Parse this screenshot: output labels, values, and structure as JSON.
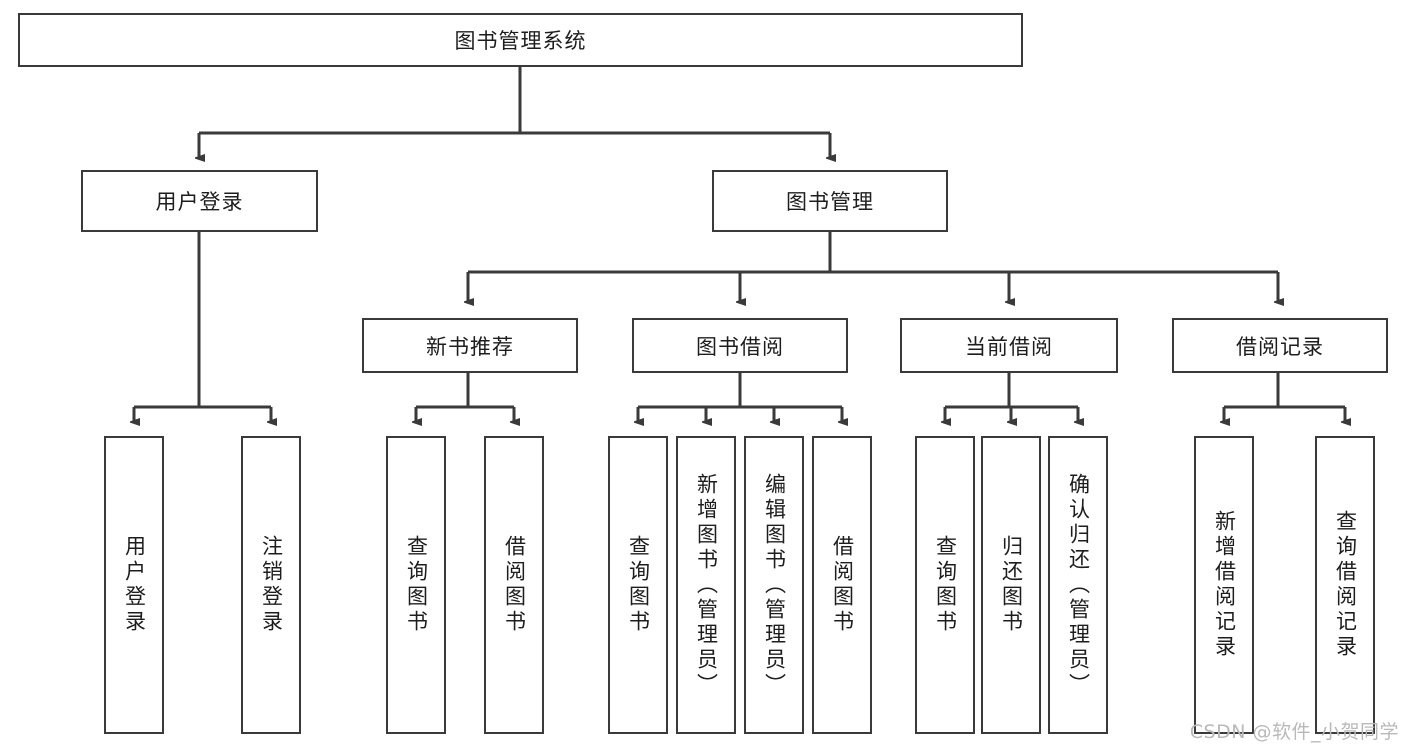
{
  "diagram": {
    "title": "图书管理系统",
    "type": "hierarchy-tree",
    "watermark": "CSDN @软件_小贺同学",
    "colors": {
      "box_border": "#3a3a3a",
      "box_fill": "#ffffff",
      "connector": "#3a3a3a",
      "text": "#1d1d1d",
      "watermark": "#b9b9b9",
      "background": "#ffffff"
    },
    "root": {
      "label": "图书管理系统"
    },
    "level2": [
      {
        "id": "user-login",
        "label": "用户登录"
      },
      {
        "id": "book-manage",
        "label": "图书管理"
      }
    ],
    "level3": [
      {
        "id": "new-book-rec",
        "label": "新书推荐"
      },
      {
        "id": "book-borrow",
        "label": "图书借阅"
      },
      {
        "id": "current-borrow",
        "label": "当前借阅"
      },
      {
        "id": "borrow-record",
        "label": "借阅记录"
      }
    ],
    "leaves": {
      "user_login": [
        {
          "id": "leaf-user-login",
          "label": "用户登录"
        },
        {
          "id": "leaf-logout",
          "label": "注销登录"
        }
      ],
      "new_book_rec": [
        {
          "id": "leaf-query-book-1",
          "label": "查询图书"
        },
        {
          "id": "leaf-borrow-book-1",
          "label": "借阅图书"
        }
      ],
      "book_borrow": [
        {
          "id": "leaf-query-book-2",
          "label": "查询图书"
        },
        {
          "id": "leaf-add-book",
          "label": "新增图书（管理员）"
        },
        {
          "id": "leaf-edit-book",
          "label": "编辑图书（管理员）"
        },
        {
          "id": "leaf-borrow-book-2",
          "label": "借阅图书"
        }
      ],
      "current_borrow": [
        {
          "id": "leaf-query-book-3",
          "label": "查询图书"
        },
        {
          "id": "leaf-return-book",
          "label": "归还图书"
        },
        {
          "id": "leaf-confirm-return",
          "label": "确认归还（管理员）"
        }
      ],
      "borrow_record": [
        {
          "id": "leaf-add-record",
          "label": "新增借阅记录"
        },
        {
          "id": "leaf-query-record",
          "label": "查询借阅记录"
        }
      ]
    }
  }
}
